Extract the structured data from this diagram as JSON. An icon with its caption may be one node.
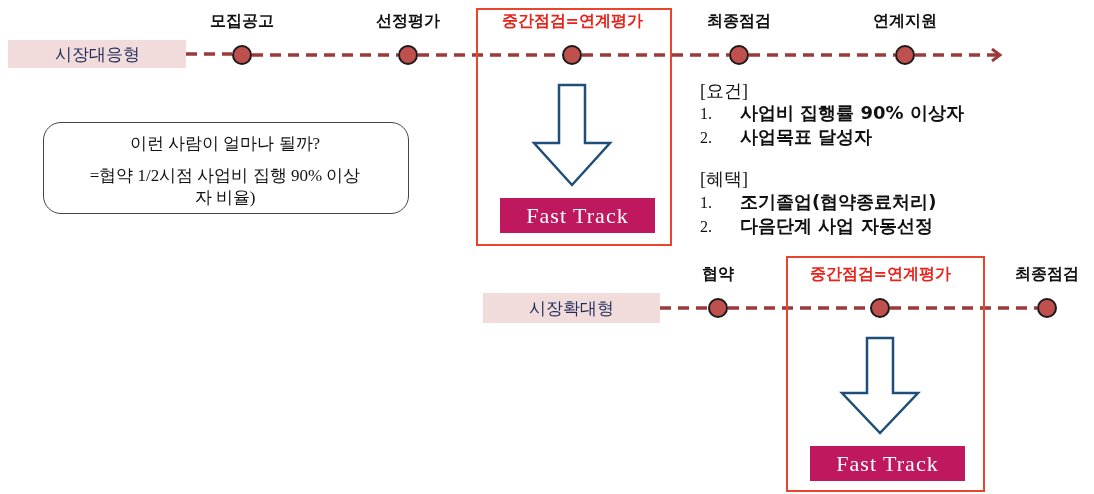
{
  "diagram": {
    "nodes": [
      {
        "text": [
          "시장대응형"
        ]
      },
      {
        "text": [],
        "shape": "circle",
        "beside": [
          "모집공고"
        ]
      },
      {
        "text": [],
        "shape": "circle",
        "beside": [
          "선정평가"
        ]
      },
      {
        "text": [],
        "shape": "box"
      },
      {
        "text": [],
        "shape": "circle",
        "beside": [
          "중간점검=연계평가"
        ],
        "in": 3
      },
      {
        "text": [
          "Fast Track"
        ],
        "in": 3
      },
      {
        "text": [],
        "shape": "circle",
        "beside": [
          "최종점검"
        ]
      },
      {
        "text": [],
        "shape": "circle",
        "beside": [
          "연계지원"
        ]
      },
      {
        "text": [
          "이런 사람이 얼마나 될까?",
          "=협약 1/2시점 사업비 집행 90% 이상자 비율)"
        ]
      },
      {
        "text": [
          "시장확대형"
        ]
      },
      {
        "text": [],
        "shape": "circle",
        "beside": [
          "협약"
        ]
      },
      {
        "text": [],
        "shape": "box"
      },
      {
        "text": [],
        "shape": "circle",
        "beside": [
          "중간점검=연계평가"
        ],
        "in": 11
      },
      {
        "text": [
          "Fast Track"
        ],
        "in": 11
      },
      {
        "text": [],
        "shape": "circle",
        "beside": [
          "최종점검"
        ]
      }
    ],
    "edges": [
      {
        "from": 0,
        "to": 1,
        "arrow": "none",
        "style": "dashed",
        "color": "#9b3a3a"
      },
      {
        "from": 1,
        "to": 2,
        "arrow": "none",
        "style": "dashed",
        "color": "#9b3a3a"
      },
      {
        "from": 2,
        "to": 4,
        "arrow": "none",
        "style": "dashed",
        "color": "#9b3a3a"
      },
      {
        "from": 4,
        "to": 6,
        "arrow": "none",
        "style": "dashed",
        "color": "#9b3a3a"
      },
      {
        "from": 6,
        "to": 7,
        "arrow": "none",
        "style": "dashed",
        "color": "#9b3a3a"
      },
      {
        "from": 7,
        "to": null,
        "arrow": "to",
        "style": "dashed",
        "color": "#9b3a3a"
      },
      {
        "from": 4,
        "to": 5,
        "arrow": "to",
        "color": "#1f4e79"
      },
      {
        "from": 9,
        "to": 10,
        "arrow": "none",
        "style": "dashed",
        "color": "#9b3a3a"
      },
      {
        "from": 10,
        "to": 12,
        "arrow": "none",
        "style": "dashed",
        "color": "#9b3a3a"
      },
      {
        "from": 12,
        "to": 14,
        "arrow": "none",
        "style": "dashed",
        "color": "#9b3a3a"
      },
      {
        "from": 12,
        "to": 13,
        "arrow": "to",
        "color": "#1f4e79"
      }
    ],
    "labels": [
      "[요건]",
      "1.",
      "사업비 집행률 90% 이상자",
      "2.",
      "사업목표 달성자",
      "[혜택]",
      "1.",
      "조기졸업(협약종료처리)",
      "2.",
      "다음단계 사업 자동선정"
    ]
  }
}
